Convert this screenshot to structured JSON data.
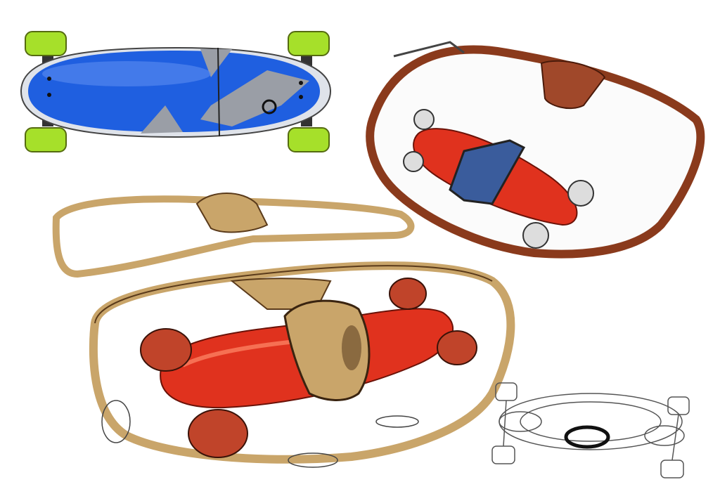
{
  "colors": {
    "background": "#ffffff",
    "blue_board": "#1f5fe0",
    "board_accent_gray": "#9a9ea6",
    "green_wheels": "#a6e02a",
    "red_body": "#e0321e",
    "brown_frame": "#8a3a1c",
    "tan_frame": "#c9a56a",
    "pencil": "#555555"
  },
  "sketches": [
    {
      "subject": "blue-skateboard-top-view"
    },
    {
      "subject": "red-board-in-brown-frame"
    },
    {
      "subject": "red-board-in-tan-frame"
    },
    {
      "subject": "pencil-sketch-board"
    }
  ]
}
